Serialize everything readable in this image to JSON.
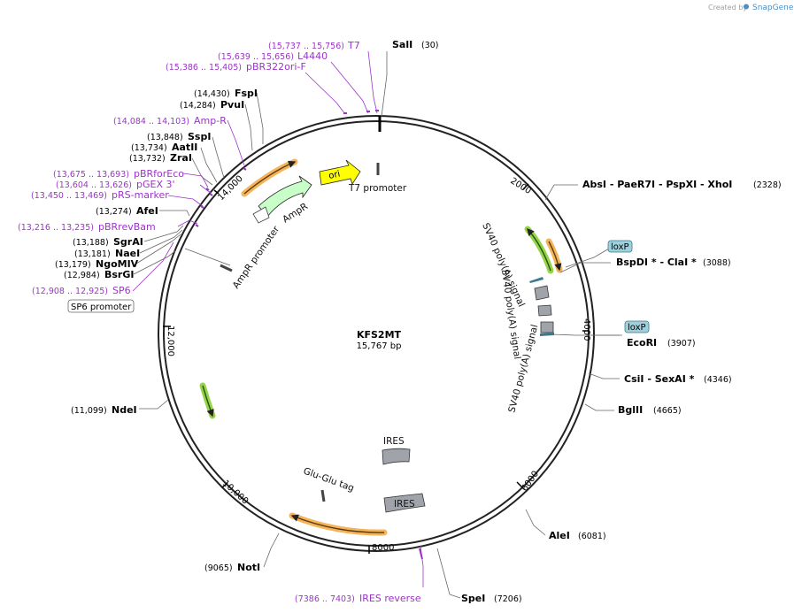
{
  "credit": {
    "text": "Created by",
    "app": "SnapGene"
  },
  "plasmid": {
    "name": "KFS2MT",
    "length": "15,767 bp"
  },
  "ticks": [
    "2000",
    "4000",
    "6000",
    "8000",
    "10,000",
    "12,000",
    "14,000"
  ],
  "enzymes": {
    "sali": {
      "name": "SalI",
      "pos": "(30)"
    },
    "absi": {
      "names": "AbsI - PaeR7I - PspXI - XhoI",
      "pos": "(2328)"
    },
    "bspdi": {
      "names": "BspDI * - ClaI *",
      "pos": "(3088)"
    },
    "ecori": {
      "name": "EcoRI",
      "pos": "(3907)"
    },
    "csii": {
      "names": "CsiI - SexAI *",
      "pos": "(4346)"
    },
    "bglii": {
      "name": "BglII",
      "pos": "(4665)"
    },
    "alei": {
      "name": "AleI",
      "pos": "(6081)"
    },
    "spei": {
      "name": "SpeI",
      "pos": "(7206)"
    },
    "noti": {
      "name": "NotI",
      "pos": "(9065)"
    },
    "ndei": {
      "name": "NdeI",
      "pos": "(11,099)"
    },
    "fspi": {
      "name": "FspI",
      "pos": "(14,430)"
    },
    "pvui": {
      "name": "PvuI",
      "pos": "(14,284)"
    },
    "sspi": {
      "name": "SspI",
      "pos": "(13,848)"
    },
    "aatii": {
      "name": "AatII",
      "pos": "(13,734)"
    },
    "zrai": {
      "name": "ZraI",
      "pos": "(13,732)"
    },
    "afei": {
      "name": "AfeI",
      "pos": "(13,274)"
    },
    "sgrai": {
      "name": "SgrAI",
      "pos": "(13,188)"
    },
    "naei": {
      "name": "NaeI",
      "pos": "(13,181)"
    },
    "ngomiv": {
      "name": "NgoMIV",
      "pos": "(13,179)"
    },
    "bsrgi": {
      "name": "BsrGI",
      "pos": "(12,984)"
    }
  },
  "primers": {
    "t7": {
      "name": "T7",
      "range": "(15,737 .. 15,756)"
    },
    "l4440": {
      "name": "L4440",
      "range": "(15,639 .. 15,656)"
    },
    "pbr322": {
      "name": "pBR322ori-F",
      "range": "(15,386 .. 15,405)"
    },
    "ampr": {
      "name": "Amp-R",
      "range": "(14,084 .. 14,103)"
    },
    "pbrforeco": {
      "name": "pBRforEco",
      "range": "(13,675 .. 13,693)"
    },
    "pgex": {
      "name": "pGEX 3'",
      "range": "(13,604 .. 13,626)"
    },
    "prs": {
      "name": "pRS-marker",
      "range": "(13,450 .. 13,469)"
    },
    "pbrrevbam": {
      "name": "pBRrevBam",
      "range": "(13,216 .. 13,235)"
    },
    "sp6": {
      "name": "SP6",
      "range": "(12,908 .. 12,925)"
    },
    "iresrev": {
      "name": "IRES reverse",
      "range": "(7386 .. 7403)"
    }
  },
  "boxed_labels": {
    "sp6_promoter": "SP6 promoter",
    "loxp1": "loxP",
    "loxp2": "loxP"
  },
  "features": {
    "ori": "ori",
    "t7_promoter": "T7 promoter",
    "ampr": "AmpR",
    "ampr_promoter": "AmpR promoter",
    "sv40_1": "SV40 poly(A) signal",
    "sv40_2": "SV40 poly(A) signal",
    "sv40_3": "SV40 poly(A) signal",
    "ires1": "IRES",
    "ires2": "IRES",
    "gluglu": "Glu-Glu tag"
  },
  "colors": {
    "backbone": "#222222",
    "primer": "#9b35c8",
    "ori": "#ffff00",
    "ampr": "#c8ffc8",
    "grey_feature": "#a0a4aa",
    "orange_glow": "#f5b45a",
    "green_glow": "#99d24a",
    "loxp": "#9fd0dc",
    "snapgene": "#4a90c8"
  }
}
